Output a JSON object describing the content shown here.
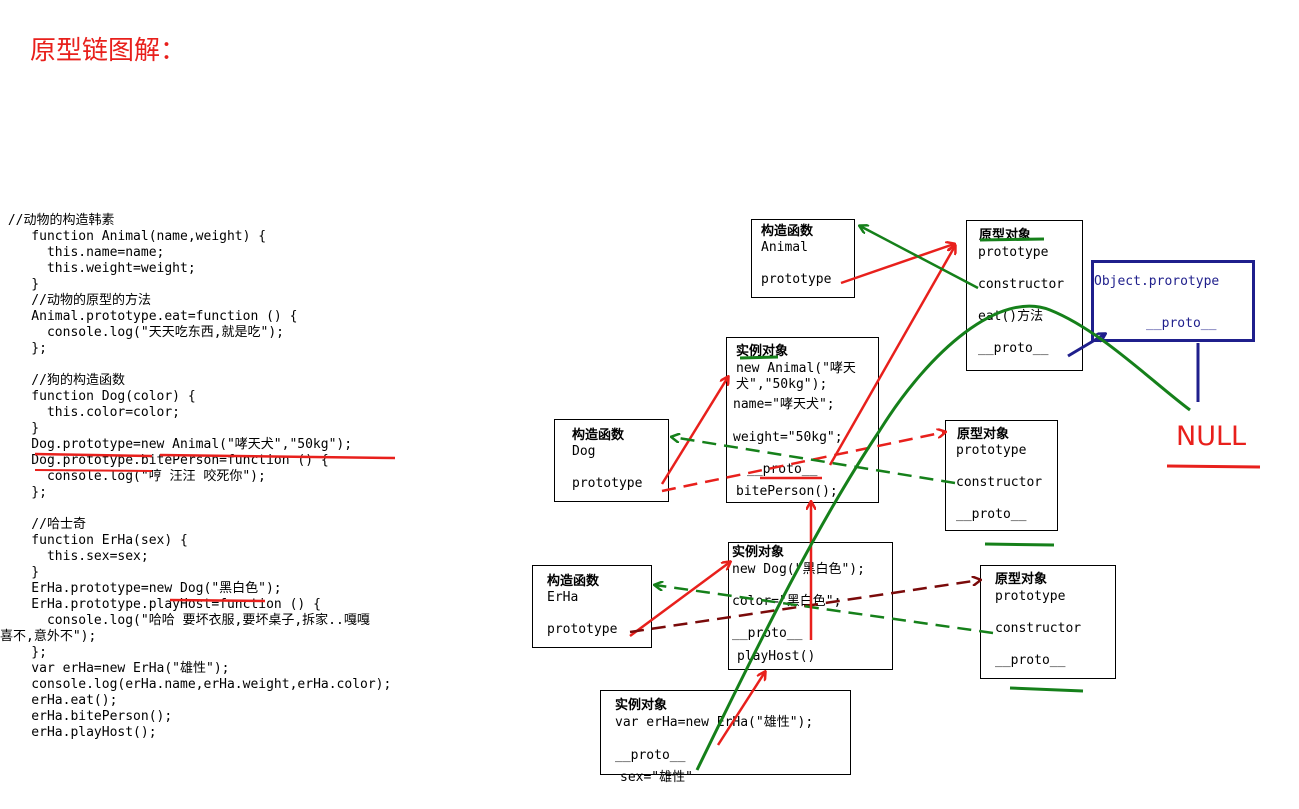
{
  "heading": "原型链图解：",
  "code_lines": [
    " //动物的构造韩素",
    "    function Animal(name,weight) {",
    "      this.name=name;",
    "      this.weight=weight;",
    "    }",
    "    //动物的原型的方法",
    "    Animal.prototype.eat=function () {",
    "      console.log(\"天天吃东西,就是吃\");",
    "    };",
    "",
    "    //狗的构造函数",
    "    function Dog(color) {",
    "      this.color=color;",
    "    }",
    "    Dog.prototype=new Animal(\"哮天犬\",\"50kg\");",
    "    Dog.prototype.bitePerson=function () {",
    "      console.log(\"哼 汪汪 咬死你\");",
    "    };",
    "",
    "    //哈士奇",
    "    function ErHa(sex) {",
    "      this.sex=sex;",
    "    }",
    "    ErHa.prototype=new Dog(\"黑白色\");",
    "    ErHa.prototype.playHost=function () {",
    "      console.log(\"哈哈 要坏衣服,要坏桌子,拆家..嘎嘎",
    "喜不,意外不\");",
    "    };",
    "    var erHa=new ErHa(\"雄性\");",
    "    console.log(erHa.name,erHa.weight,erHa.color);",
    "    erHa.eat();",
    "    erHa.bitePerson();",
    "    erHa.playHost();"
  ],
  "boxes": {
    "animal_ctor": {
      "title": "构造函数",
      "name": "Animal",
      "prototype": "prototype"
    },
    "animal_proto": {
      "title": "原型对象",
      "prototype": "prototype",
      "constructor": "constructor",
      "eat": "eat()方法",
      "proto": "__proto__"
    },
    "object_proto": {
      "name": "Object.prorotype",
      "proto": "__proto__"
    },
    "animal_instance": {
      "title": "实例对象",
      "line1": "new Animal(\"哮天",
      "line2": "犬\",\"50kg\");",
      "name": "name=\"哮天犬\";",
      "weight": "weight=\"50kg\";",
      "proto": "__proto__",
      "bite": "bitePerson();"
    },
    "dog_ctor": {
      "title": "构造函数",
      "name": "Dog",
      "prototype": "prototype"
    },
    "dog_proto": {
      "title": "原型对象",
      "prototype": "prototype",
      "constructor": "constructor",
      "proto": "__proto__"
    },
    "dog_instance": {
      "title": "实例对象",
      "line1": "new Dog(\"黑白色\");",
      "color": "color=\"黑白色\";",
      "proto": "__proto__",
      "play": "playHost()"
    },
    "erha_ctor": {
      "title": "构造函数",
      "name": "ErHa",
      "prototype": "prototype"
    },
    "erha_proto": {
      "title": "原型对象",
      "prototype": "prototype",
      "constructor": "constructor",
      "proto": "__proto__"
    },
    "erha_instance": {
      "title": "实例对象",
      "line1": "var erHa=new ErHa(\"雄性\");",
      "proto": "__proto__",
      "sex": "sex=\"雄性\""
    }
  },
  "null_label": "NULL",
  "colors": {
    "red": "#e8201c",
    "green": "#15801a",
    "dark_red": "#7a0a0a",
    "navy": "#1f1f8c"
  }
}
